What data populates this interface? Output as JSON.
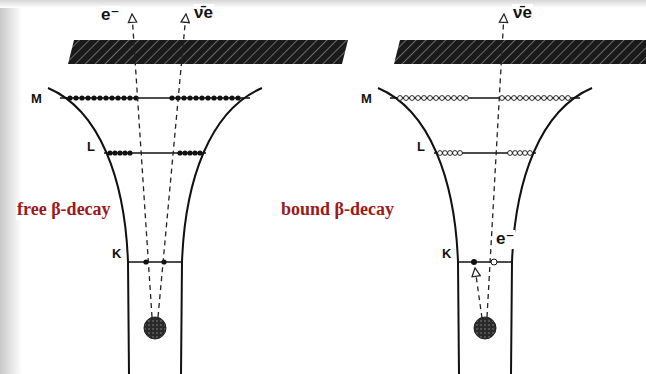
{
  "diagram": {
    "labels": [
      "e⁻",
      "ν̄e",
      "M",
      "L",
      "K",
      "free β-decay",
      "ν̄e",
      "M",
      "L",
      "bound β-decay",
      "K",
      "e⁻"
    ]
  }
}
